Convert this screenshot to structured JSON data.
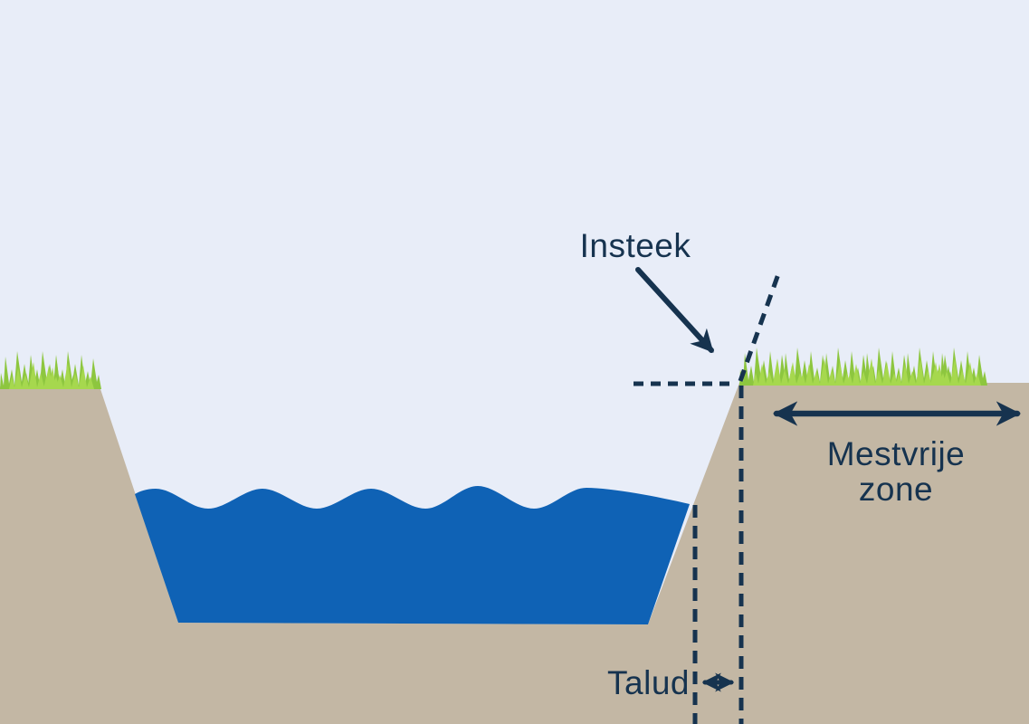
{
  "diagram": {
    "description": "Cross-section of a ditch (sloot) showing slope and manure-free zone",
    "labels": {
      "insteek": "Insteek",
      "mestvrije_line1": "Mestvrije",
      "mestvrije_line2": "zone",
      "talud": "Talud"
    },
    "colors": {
      "sky": "#e8edf8",
      "soil": "#c3b7a4",
      "water": "#0f62b5",
      "grass": "#8dc63f",
      "grass_light": "#a6d84e",
      "ink": "#16334f"
    }
  }
}
